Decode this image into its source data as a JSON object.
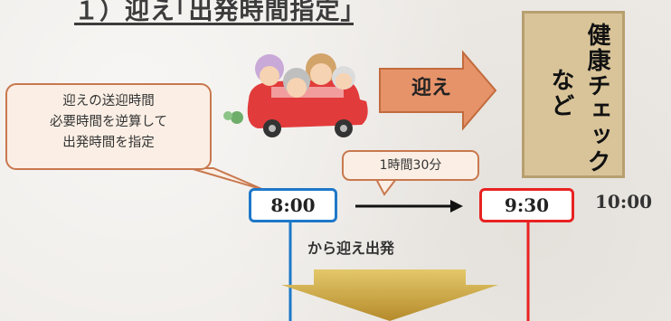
{
  "title": "１）迎え｢出発時間指定｣",
  "health_box": {
    "line1": "健康チェック",
    "line2": "など"
  },
  "pickup_arrow_label": "迎え",
  "callout": {
    "lines": [
      "迎えの送迎時間",
      "必要時間を逆算して",
      "出発時間を指定"
    ]
  },
  "duration_label": "1時間30分",
  "times": {
    "start": "8:00",
    "arrival": "9:30",
    "next": "10:00"
  },
  "depart_label": "から迎え出発",
  "colors": {
    "start_border": "#1e78c8",
    "arrival_border": "#e82222",
    "pickup_arrow": "#e6936a",
    "health_box": "#d9c49a",
    "down_arrow": "#c9a347"
  },
  "illustration": "car-with-elderly-passengers"
}
